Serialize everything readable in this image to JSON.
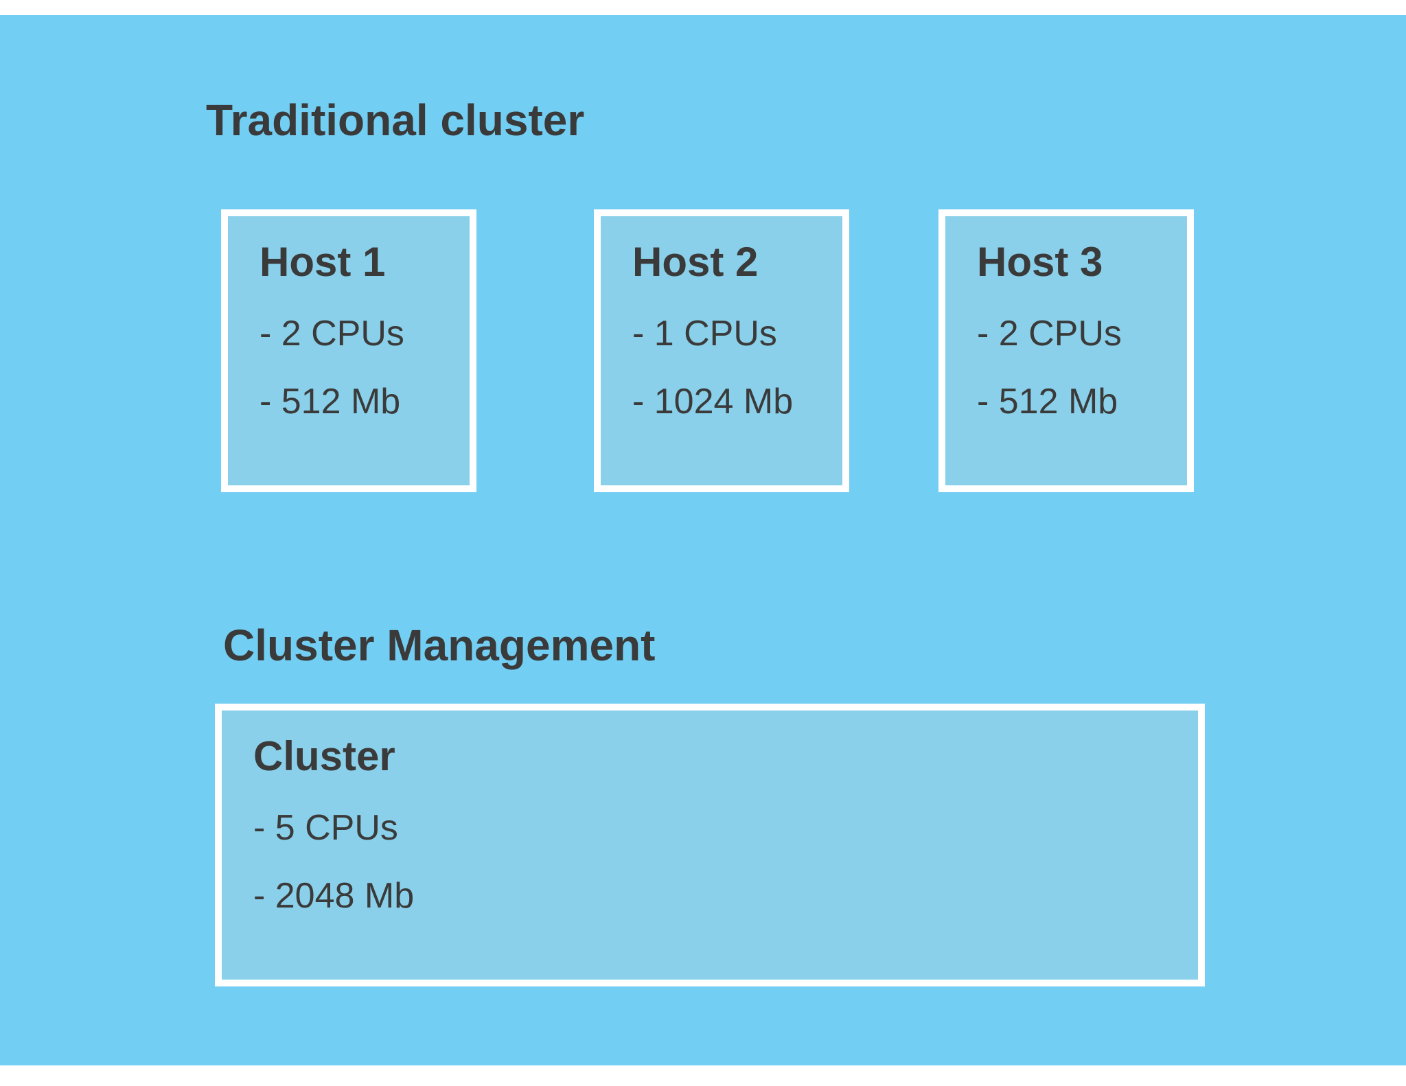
{
  "colors": {
    "background_blue": "#72CEF3",
    "box_fill_blue": "#8AD0EA",
    "border_white": "#FFFFFF",
    "text_dark": "#3A3A3A"
  },
  "sections": [
    {
      "title": "Traditional cluster",
      "boxes": [
        {
          "title": "Host 1",
          "items": [
            "- 2 CPUs",
            "- 512 Mb"
          ]
        },
        {
          "title": "Host 2",
          "items": [
            "- 1 CPUs",
            "- 1024 Mb"
          ]
        },
        {
          "title": "Host 3",
          "items": [
            "- 2 CPUs",
            "- 512 Mb"
          ]
        }
      ]
    },
    {
      "title": "Cluster Management",
      "boxes": [
        {
          "title": "Cluster",
          "items": [
            "- 5 CPUs",
            "- 2048 Mb"
          ]
        }
      ]
    }
  ]
}
